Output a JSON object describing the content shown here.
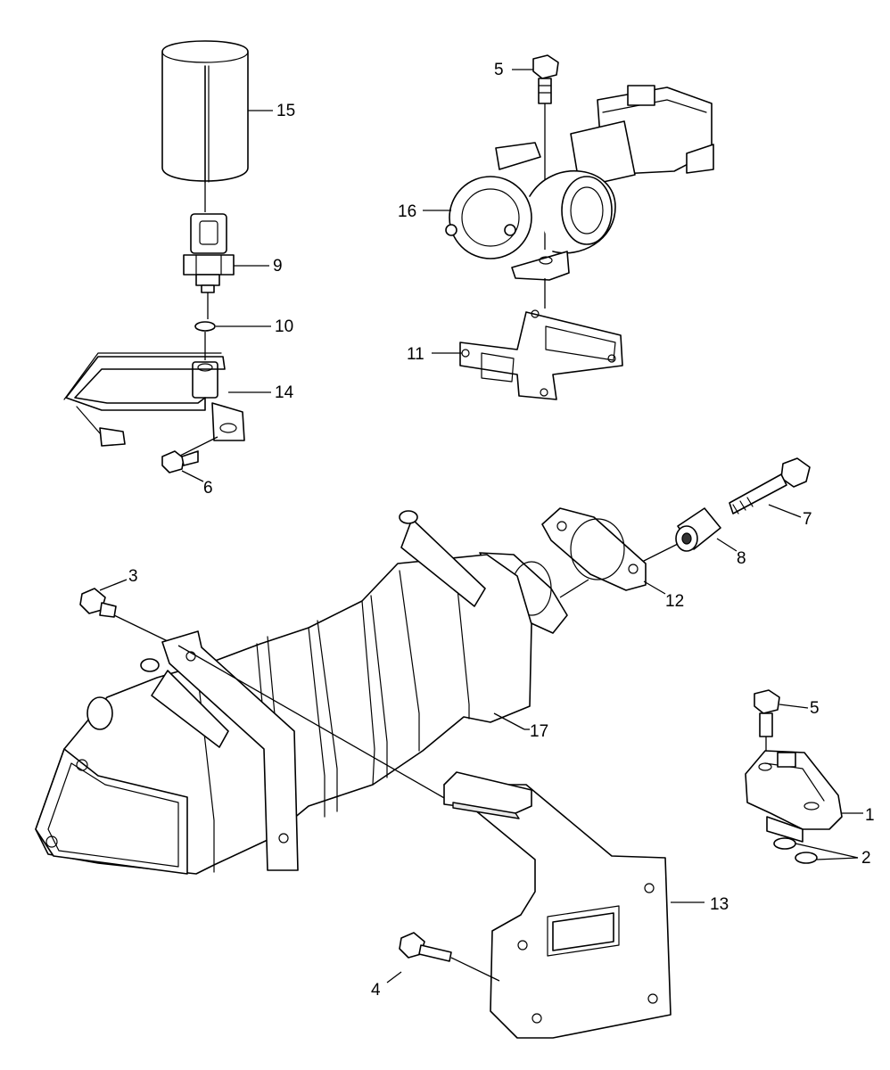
{
  "diagram": {
    "callouts": [
      {
        "id": "c1",
        "text": "1"
      },
      {
        "id": "c2",
        "text": "2"
      },
      {
        "id": "c3",
        "text": "3"
      },
      {
        "id": "c4",
        "text": "4"
      },
      {
        "id": "c5a",
        "text": "5"
      },
      {
        "id": "c5b",
        "text": "5"
      },
      {
        "id": "c6",
        "text": "6"
      },
      {
        "id": "c7",
        "text": "7"
      },
      {
        "id": "c8",
        "text": "8"
      },
      {
        "id": "c9",
        "text": "9"
      },
      {
        "id": "c10",
        "text": "10"
      },
      {
        "id": "c11",
        "text": "11"
      },
      {
        "id": "c12",
        "text": "12"
      },
      {
        "id": "c13",
        "text": "13"
      },
      {
        "id": "c14",
        "text": "14"
      },
      {
        "id": "c15",
        "text": "15"
      },
      {
        "id": "c16",
        "text": "16"
      },
      {
        "id": "c17",
        "text": "17"
      }
    ]
  }
}
